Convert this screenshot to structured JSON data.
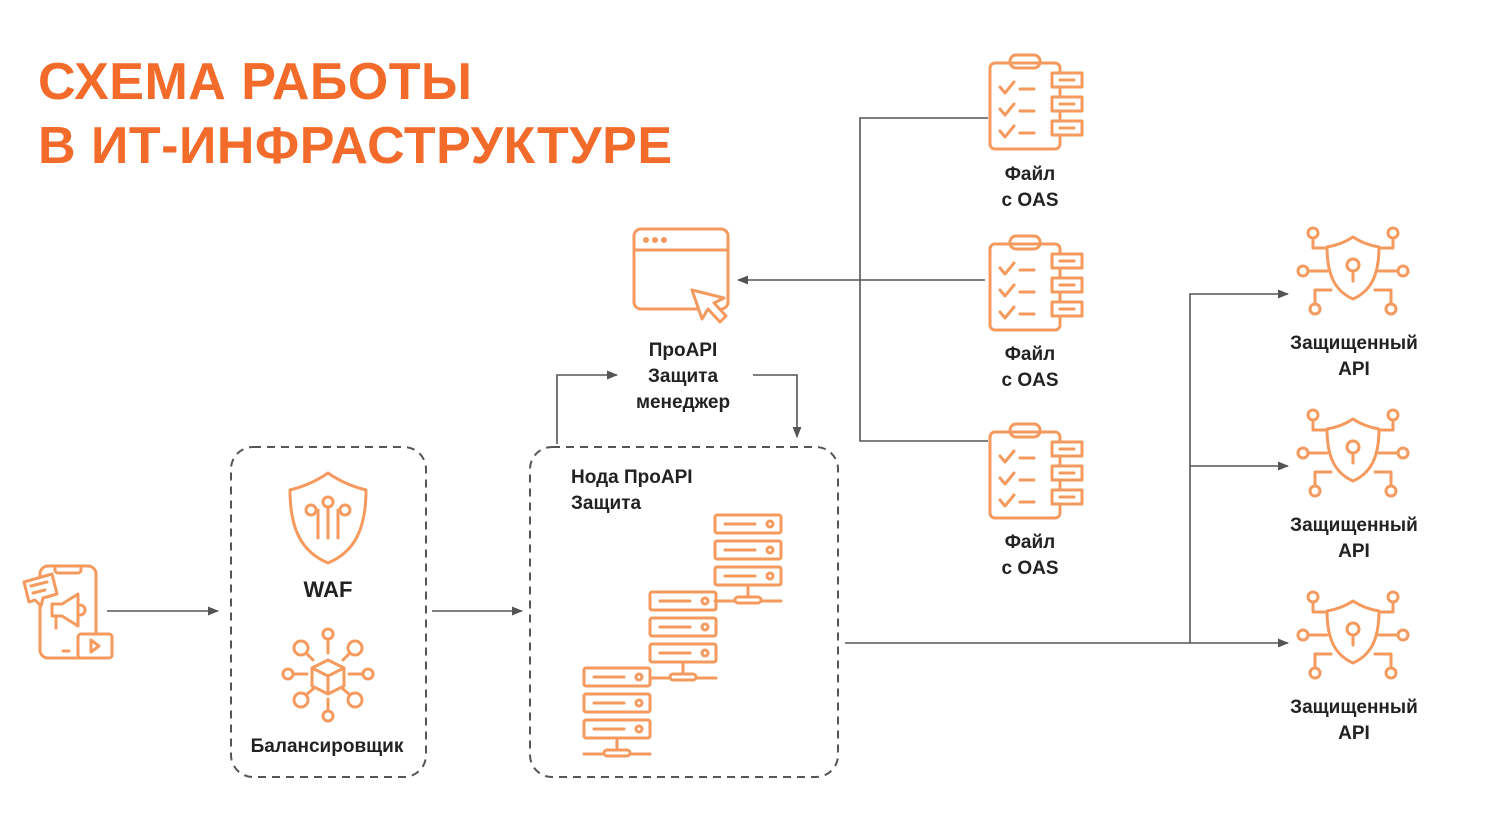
{
  "title": {
    "line1": "СХЕМА РАБОТЫ",
    "line2": "В ИТ-ИНФРАСТРУКТУРЕ"
  },
  "waf": {
    "label": "WAF"
  },
  "balancer": {
    "label": "Балансировщик"
  },
  "manager": {
    "line1": "ПроAPI",
    "line2": "Защита",
    "line3": "менеджер"
  },
  "node": {
    "line1": "Нода ПроAPI",
    "line2": "Защита"
  },
  "files": [
    {
      "line1": "Файл",
      "line2": "с OAS"
    },
    {
      "line1": "Файл",
      "line2": "с OAS"
    },
    {
      "line1": "Файл",
      "line2": "с OAS"
    }
  ],
  "apis": [
    {
      "line1": "Защищенный",
      "line2": "API"
    },
    {
      "line1": "Защищенный",
      "line2": "API"
    },
    {
      "line1": "Защищенный",
      "line2": "API"
    }
  ],
  "colors": {
    "accent": "#F26B2A",
    "icon": "#F59A5E",
    "line": "#555555"
  }
}
